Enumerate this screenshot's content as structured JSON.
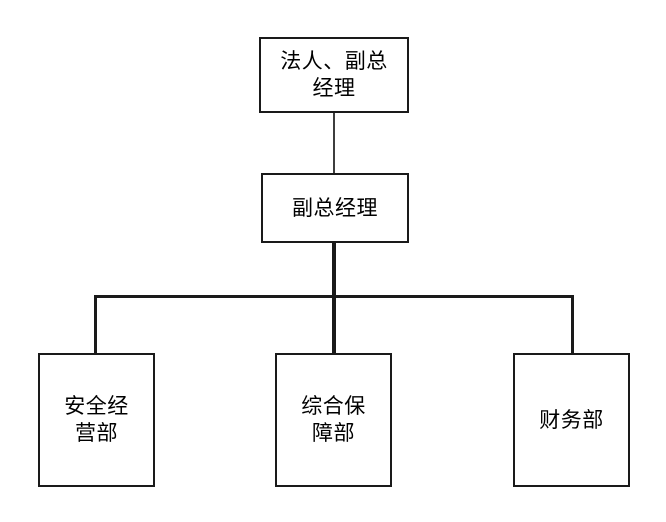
{
  "chart_data": {
    "type": "diagram",
    "diagram_type": "organization-chart",
    "title": "",
    "orientation": "top-down",
    "levels": 3,
    "nodes": [
      {
        "id": "top",
        "label": "法人、副总\n经理",
        "level": 1
      },
      {
        "id": "deputy",
        "label": "副总经理",
        "level": 2
      },
      {
        "id": "dept0",
        "label": "安全经\n营部",
        "level": 3
      },
      {
        "id": "dept1",
        "label": "综合保\n障部",
        "level": 3
      },
      {
        "id": "dept2",
        "label": "财务部",
        "level": 3
      }
    ],
    "edges": [
      {
        "from": "top",
        "to": "deputy"
      },
      {
        "from": "deputy",
        "to": "dept0"
      },
      {
        "from": "deputy",
        "to": "dept1"
      },
      {
        "from": "deputy",
        "to": "dept2"
      }
    ],
    "colors": {
      "background": "#ffffff",
      "box_border": "#1a1a1a",
      "box_fill": "#ffffff",
      "text": "#000000",
      "connector": "#1a1a1a",
      "connector_light": "#3d3d3d"
    }
  },
  "chart": {
    "top": {
      "label": "法人、副总\n经理"
    },
    "deputy": {
      "label": "副总经理"
    },
    "departments": [
      {
        "label": "安全经\n营部"
      },
      {
        "label": "综合保\n障部"
      },
      {
        "label": "财务部"
      }
    ]
  }
}
